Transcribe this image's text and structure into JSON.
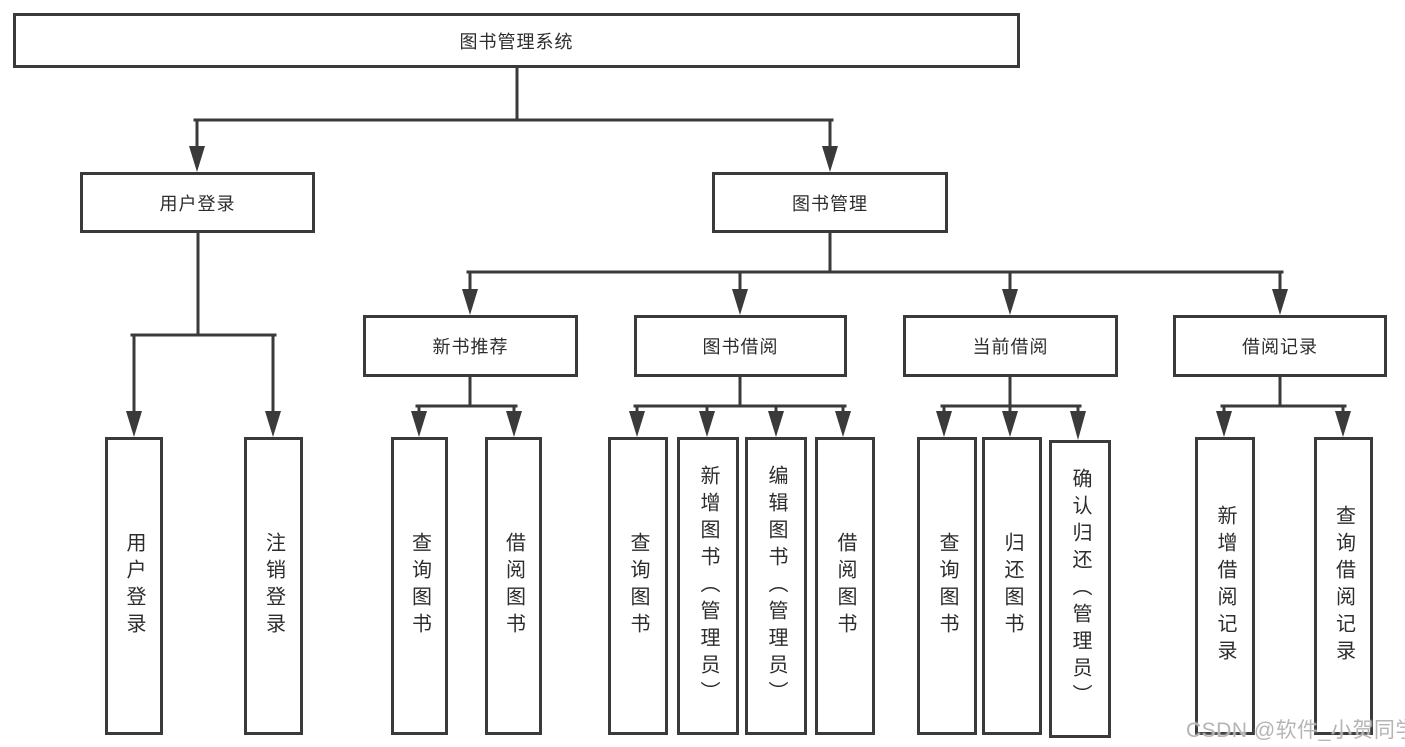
{
  "tree": {
    "label": "图书管理系统",
    "children": [
      {
        "label": "用户登录",
        "children": [
          {
            "label": "用户登录"
          },
          {
            "label": "注销登录"
          }
        ]
      },
      {
        "label": "图书管理",
        "children": [
          {
            "label": "新书推荐",
            "children": [
              {
                "label": "查询图书"
              },
              {
                "label": "借阅图书"
              }
            ]
          },
          {
            "label": "图书借阅",
            "children": [
              {
                "label": "查询图书"
              },
              {
                "label": "新增图书（管理员）"
              },
              {
                "label": "编辑图书（管理员）"
              },
              {
                "label": "借阅图书"
              }
            ]
          },
          {
            "label": "当前借阅",
            "children": [
              {
                "label": "查询图书"
              },
              {
                "label": "归还图书"
              },
              {
                "label": "确认归还（管理员）"
              }
            ]
          },
          {
            "label": "借阅记录",
            "children": [
              {
                "label": "新增借阅记录"
              },
              {
                "label": "查询借阅记录"
              }
            ]
          }
        ]
      }
    ]
  },
  "watermark": {
    "text": "CSDN @软件_小贺同学"
  },
  "colors": {
    "line": "#3a3a3a",
    "text": "#2d2d2d",
    "node_background": "#ffffff",
    "page_background": "#ffffff",
    "watermark": "#b5b5b5"
  }
}
